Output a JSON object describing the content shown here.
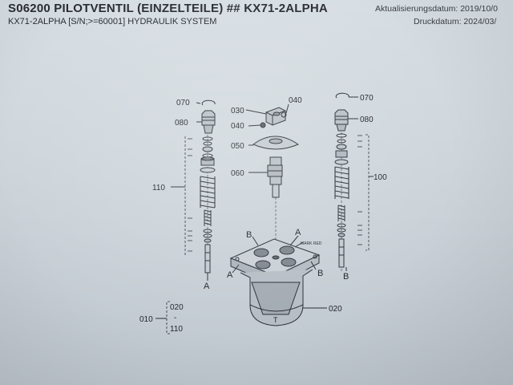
{
  "header": {
    "title": "S06200 PILOTVENTIL (EINZELTEILE) ## KX71-2ALPHA",
    "subtitle": "KX71-2ALPHA [S/N;>=60001] HYDRAULIK SYSTEM",
    "updated": "Aktualisierungsdatum: 2019/10/0",
    "printed": "Druckdatum: 2024/03/"
  },
  "callouts": {
    "left_070": "070",
    "left_080": "080",
    "left_110": "110",
    "center_030": "030",
    "center_040a": "040",
    "center_040b": "040",
    "center_050": "050",
    "center_060": "060",
    "right_070": "070",
    "right_080": "080",
    "right_100": "100",
    "body_020": "020",
    "group_010": "010",
    "group_020": "020",
    "group_dash": "-",
    "group_110": "110"
  },
  "port_labels": {
    "top_b": "B",
    "top_a": "A",
    "mark": "MARK RED",
    "side_a": "A",
    "side_b": "B",
    "left_stem": "A",
    "right_stem": "B",
    "body_t": "T"
  }
}
